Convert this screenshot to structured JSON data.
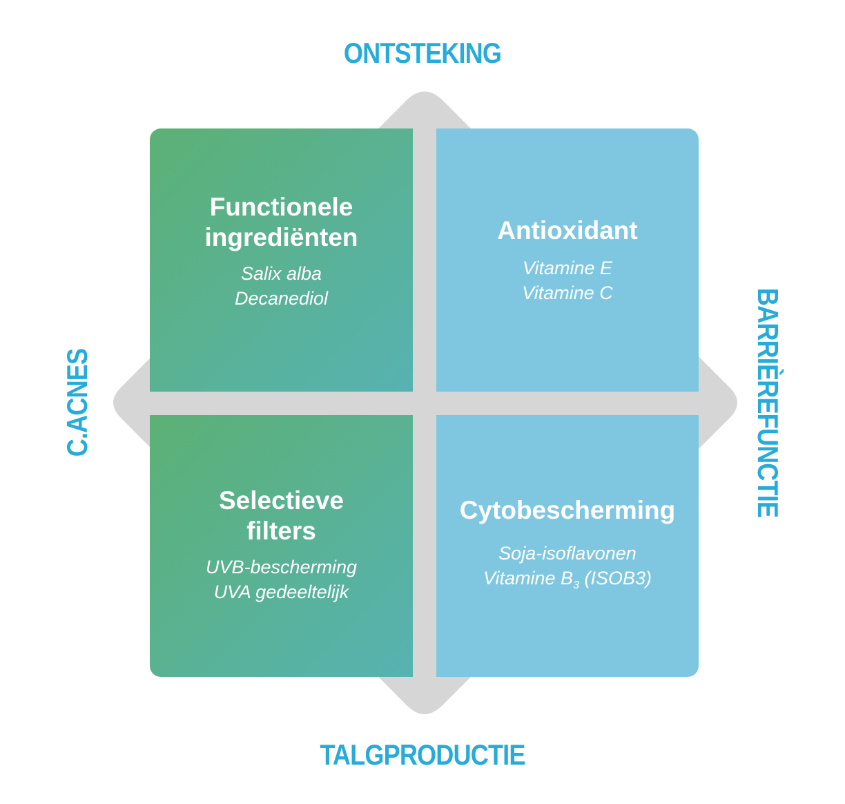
{
  "axes": {
    "top": "ONTSTEKING",
    "bottom": "TALGPRODUCTIE",
    "left": "C.ACNES",
    "right": "BARRIÈREFUNCTIE"
  },
  "quadrants": {
    "top_left": {
      "title_line1": "Functionele",
      "title_line2": "ingrediënten",
      "items": [
        "Salix alba",
        "Decanediol"
      ]
    },
    "top_right": {
      "title": "Antioxidant",
      "items": [
        "Vitamine E",
        "Vitamine C"
      ]
    },
    "bottom_left": {
      "title_line1": "Selectieve",
      "title_line2": "filters",
      "items": [
        "UVB-bescherming",
        "UVA gedeeltelijk"
      ]
    },
    "bottom_right": {
      "title": "Cytobescherming",
      "items": [
        "Soja-isoflavonen"
      ],
      "vitamin_prefix": "Vitamine B",
      "vitamin_subscript": "3",
      "vitamin_suffix": "(ISOB3)"
    }
  },
  "colors": {
    "axis_text": "#27acd9",
    "green_start": "#5cb174",
    "green_end": "#57b2b2",
    "blue": "#7fc7e0",
    "diamond": "#d6d6d6"
  }
}
